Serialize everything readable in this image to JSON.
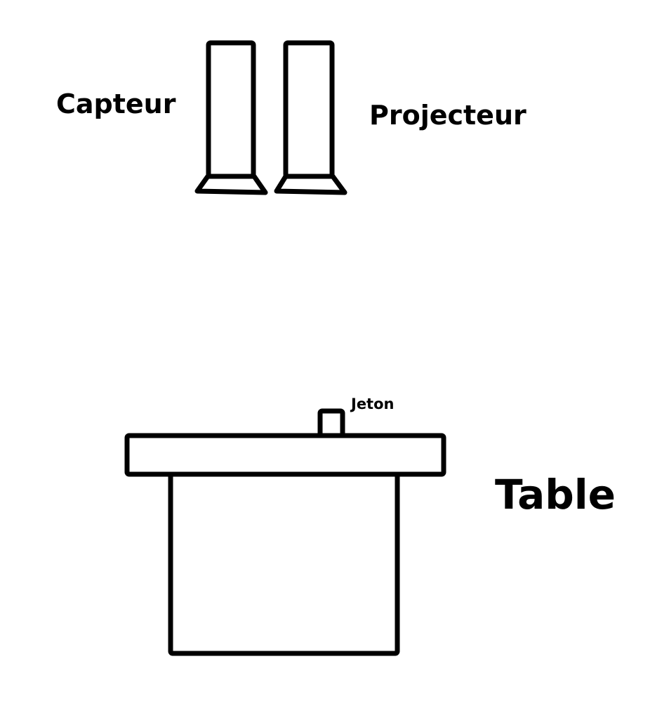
{
  "labels": {
    "sensor": "Capteur",
    "projector": "Projecteur",
    "token": "Jeton",
    "table": "Table"
  },
  "colors": {
    "stroke": "#000000",
    "background": "#ffffff",
    "text": "#000000"
  }
}
